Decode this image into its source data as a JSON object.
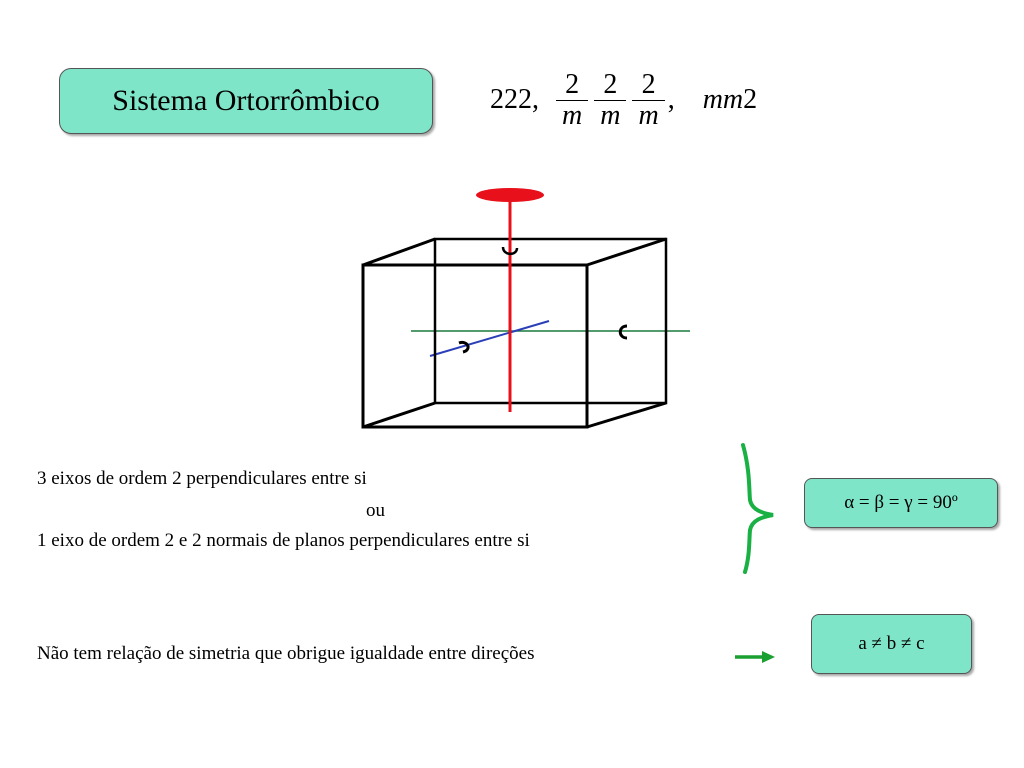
{
  "title": "Sistema Ortorrômbico",
  "formula": {
    "first": "222,",
    "fractions": [
      {
        "num": "2",
        "den": "m"
      },
      {
        "num": "2",
        "den": "m"
      },
      {
        "num": "2",
        "den": "m"
      }
    ],
    "comma": ",",
    "last_italic": "mm",
    "last_plain": "2"
  },
  "description": {
    "line1": "3 eixos de ordem 2 perpendiculares entre si",
    "line2": "ou",
    "line3": "1 eixo de ordem 2 e 2 normais de planos perpendiculares entre si",
    "line4": "Não tem relação de simetria que obrigue igualdade entre direções"
  },
  "angles_box": "α = β = γ = 90º",
  "axes_box": "a ≠ b ≠ c",
  "colors": {
    "box_fill": "#7fe5c8",
    "vertical_axis": "#e8101a",
    "horizontal_axis": "#1a7a3c",
    "depth_axis": "#2a3fb8",
    "brace": "#19b044",
    "arrow": "#1aa030"
  }
}
